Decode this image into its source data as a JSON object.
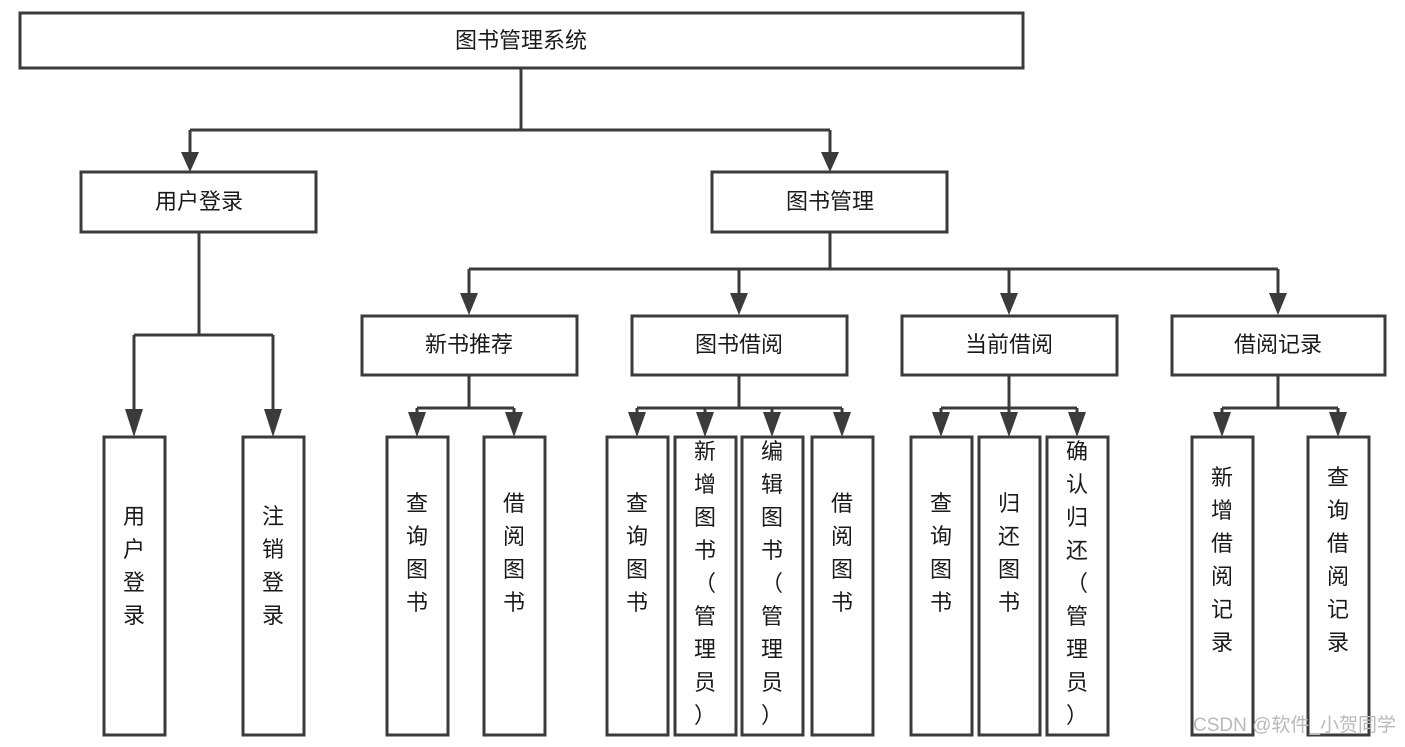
{
  "diagram": {
    "type": "tree-hierarchy-chart",
    "title": "图书管理系统",
    "orientation": "top-down",
    "colors": {
      "box_stroke": "#3b3b3b",
      "box_fill": "#ffffff",
      "connector": "#3b3b3b",
      "text": "#1a1a1a",
      "watermark": "#b9b9b9",
      "background": "#ffffff"
    },
    "root": {
      "label": "图书管理系统"
    },
    "level2": [
      {
        "label": "用户登录"
      },
      {
        "label": "图书管理"
      }
    ],
    "level3": [
      {
        "label": "新书推荐"
      },
      {
        "label": "图书借阅"
      },
      {
        "label": "当前借阅"
      },
      {
        "label": "借阅记录"
      }
    ],
    "leaves": {
      "user_login": [
        {
          "label": "用户登录"
        },
        {
          "label": "注销登录"
        }
      ],
      "new_book_recommend": [
        {
          "label": "查询图书"
        },
        {
          "label": "借阅图书"
        }
      ],
      "book_borrow": [
        {
          "label": "查询图书"
        },
        {
          "label": "新增图书（管理员）"
        },
        {
          "label": "编辑图书（管理员）"
        },
        {
          "label": "借阅图书"
        }
      ],
      "current_borrow": [
        {
          "label": "查询图书"
        },
        {
          "label": "归还图书"
        },
        {
          "label": "确认归还（管理员）"
        }
      ],
      "borrow_record": [
        {
          "label": "新增借阅记录"
        },
        {
          "label": "查询借阅记录"
        }
      ]
    }
  },
  "watermark": {
    "text": "CSDN @软件_小贺同学"
  }
}
